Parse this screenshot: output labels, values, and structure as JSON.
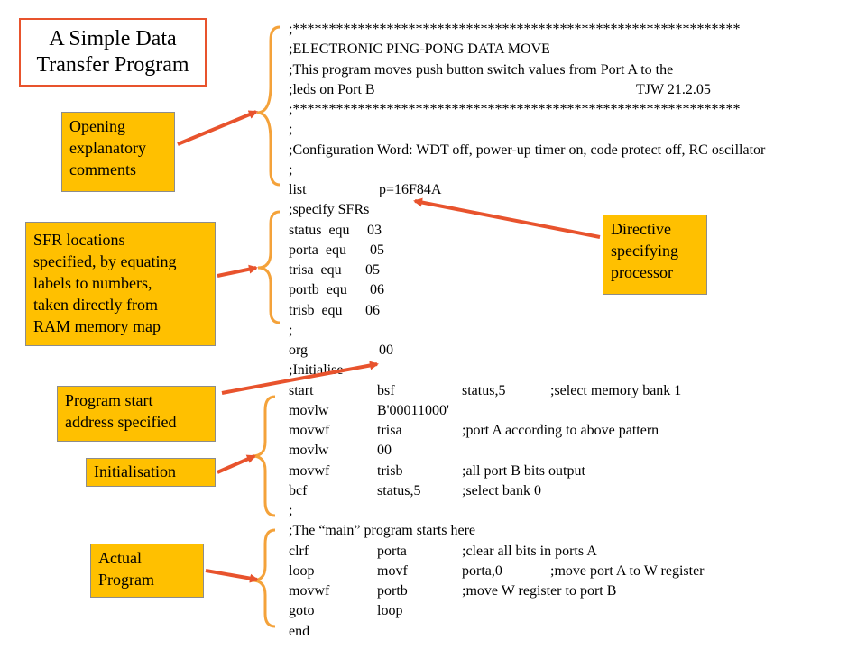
{
  "title": {
    "line1": "A Simple Data",
    "line2": "Transfer Program"
  },
  "labels": {
    "opening": [
      "Opening",
      "explanatory",
      "comments"
    ],
    "sfr": [
      "SFR locations",
      "specified, by equating",
      "labels to numbers,",
      "taken directly from",
      "RAM memory map"
    ],
    "directive": [
      "Directive",
      "specifying",
      "processor"
    ],
    "start": [
      "Program start",
      "address specified"
    ],
    "init": [
      "Initialisation"
    ],
    "actual": [
      "Actual",
      "Program"
    ]
  },
  "code_lines": [
    [
      ";**************************************************************"
    ],
    [
      ";ELECTRONIC PING-PONG DATA MOVE"
    ],
    [
      ";This program moves push button switch values from Port A to the"
    ],
    [
      ";leds on Port B",
      "TJW 21.2.05"
    ],
    [
      ";**************************************************************"
    ],
    [
      ";"
    ],
    [
      ";Configuration Word: WDT off, power-up timer on, code protect off, RC oscillator"
    ],
    [
      ";"
    ],
    [
      "list",
      "p=16F84A"
    ],
    [
      ";specify SFRs"
    ],
    [
      "status  equ",
      "03"
    ],
    [
      "porta  equ",
      "05"
    ],
    [
      "trisa  equ",
      "05"
    ],
    [
      "portb  equ",
      "06"
    ],
    [
      "trisb  equ",
      "06"
    ],
    [
      ";"
    ],
    [
      "org",
      "00"
    ],
    [
      ";Initialise"
    ],
    [
      "start",
      "bsf",
      "status,5",
      ";select memory bank 1"
    ],
    [
      "movlw",
      "B'00011000'"
    ],
    [
      "movwf",
      "trisa",
      ";port A according to above pattern"
    ],
    [
      "movlw",
      "00"
    ],
    [
      "movwf",
      "trisb",
      ";all port B bits output"
    ],
    [
      "bcf",
      "status,5",
      ";select bank 0"
    ],
    [
      ";"
    ],
    [
      ";The “main” program starts here"
    ],
    [
      "clrf",
      "porta",
      ";clear all bits in ports A"
    ],
    [
      "loop",
      "movf",
      "porta,0",
      ";move port A to W register"
    ],
    [
      "movwf",
      "portb",
      ";move W register to port B"
    ],
    [
      "goto",
      "loop"
    ],
    [
      "end"
    ]
  ],
  "colors": {
    "accent": "#e8532d",
    "label_fill": "#ffc000"
  }
}
